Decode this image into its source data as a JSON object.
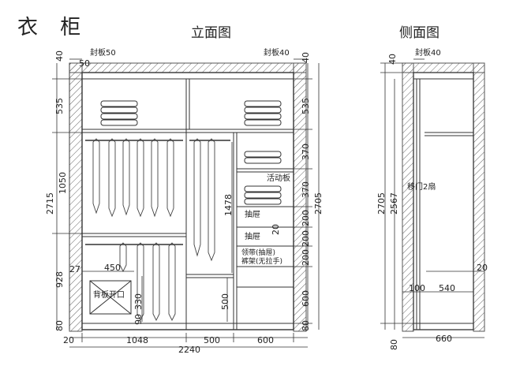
{
  "title": "衣 柜",
  "front_view": "立面图",
  "side_view": "侧面图",
  "labels": {
    "seal_left": "封板50",
    "seal_right": "封板40",
    "seal_side": "封板40",
    "movable_board": "活动板",
    "drawer1": "抽屉",
    "drawer2": "抽屉",
    "tie_rack": "领带(抽屉)",
    "trouser_rack": "裤架(无拉手)",
    "back_opening": "背板开口",
    "sliding_door": "移门2扇"
  },
  "front_dims": {
    "left_40": "40",
    "left_535": "535",
    "left_1050": "1050",
    "left_2715": "2715",
    "left_928": "928",
    "left_80": "80",
    "left_27": "27",
    "left_450": "450",
    "left_90": "90",
    "left_330": "330",
    "mid_1478": "1478",
    "mid_500": "500",
    "mid_20": "20",
    "r_40": "40",
    "r_535": "535",
    "r_370a": "370",
    "r_370b": "370",
    "r_200a": "200",
    "r_200b": "200",
    "r_200c": "200",
    "r_600": "600",
    "r_80": "80",
    "r_2705": "2705",
    "b_20": "20",
    "b_1048": "1048",
    "b_500": "500",
    "b_600": "600",
    "b_2240": "2240",
    "top_50": "50"
  },
  "side_dims": {
    "s_40": "40",
    "s_2705": "2705",
    "s_2567": "2567",
    "s_80": "80",
    "s_20": "20",
    "s_100": "100",
    "s_540": "540",
    "s_660": "660"
  }
}
